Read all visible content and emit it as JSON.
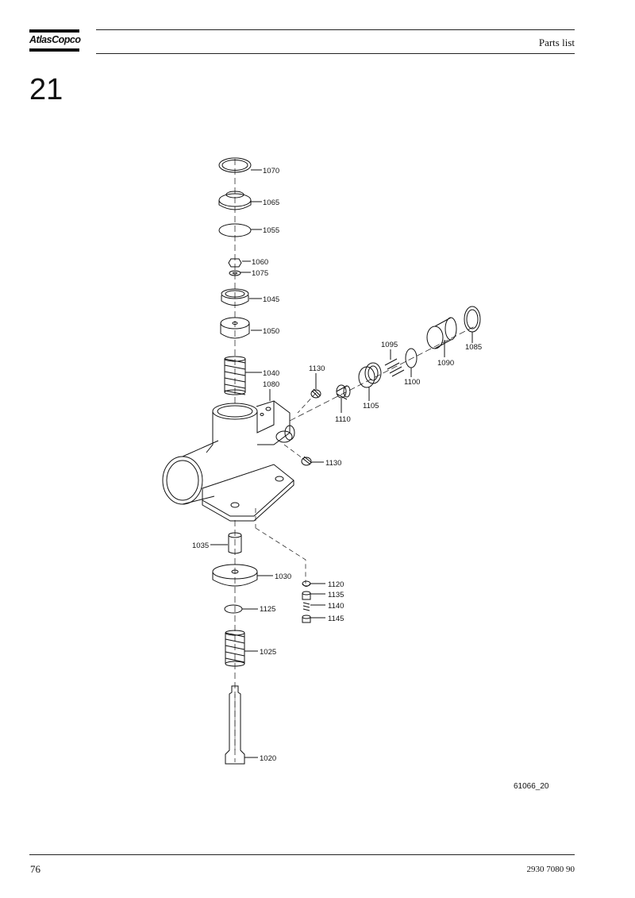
{
  "header": {
    "logo_text": "AtlasCopco",
    "title": "Parts list"
  },
  "section": {
    "number": "21"
  },
  "diagram": {
    "labels": {
      "p1070": "1070",
      "p1065": "1065",
      "p1055": "1055",
      "p1060": "1060",
      "p1075": "1075",
      "p1045": "1045",
      "p1050": "1050",
      "p1040": "1040",
      "p1080": "1080",
      "p1130a": "1130",
      "p1095": "1095",
      "p1085": "1085",
      "p1090": "1090",
      "p1100": "1100",
      "p1105": "1105",
      "p1110": "1110",
      "p1130b": "1130",
      "p1035": "1035",
      "p1030": "1030",
      "p1120": "1120",
      "p1135": "1135",
      "p1140": "1140",
      "p1145": "1145",
      "p1125": "1125",
      "p1025": "1025",
      "p1020": "1020"
    },
    "drawing_code": "61066_20"
  },
  "footer": {
    "page_number": "76",
    "doc_number": "2930 7080 90"
  }
}
